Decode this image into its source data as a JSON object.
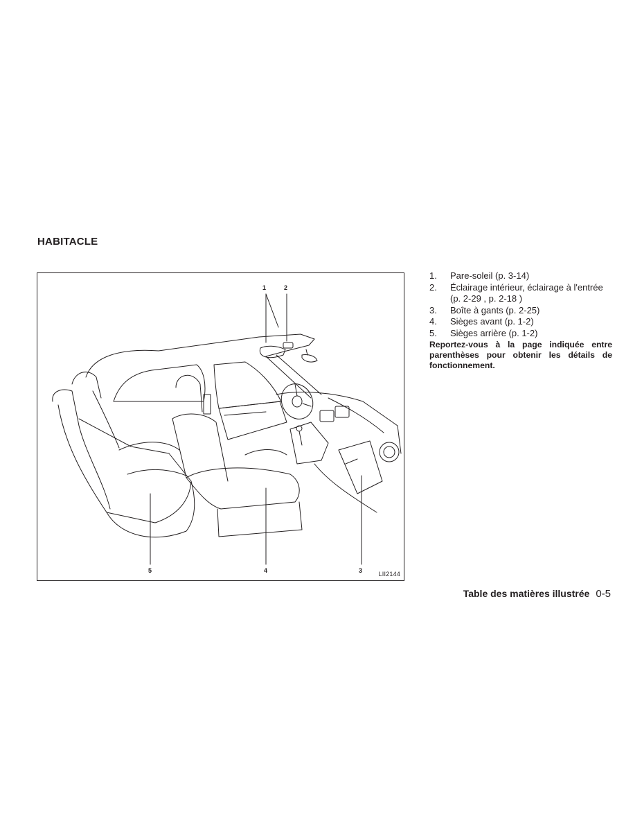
{
  "section": {
    "title": "HABITACLE"
  },
  "figure": {
    "code": "LII2144",
    "callouts": [
      "1",
      "2",
      "3",
      "4",
      "5"
    ]
  },
  "legend": {
    "items": [
      {
        "num": "1.",
        "text": "Pare-soleil (p. 3-14)"
      },
      {
        "num": "2.",
        "text": "Éclairage intérieur, éclairage à l'entrée (p. 2-29 , p. 2-18 )"
      },
      {
        "num": "3.",
        "text": "Boîte à gants (p. 2-25)"
      },
      {
        "num": "4.",
        "text": "Sièges avant (p. 1-2)"
      },
      {
        "num": "5.",
        "text": "Sièges arrière (p. 1-2)"
      }
    ],
    "note": "Reportez-vous à la page indiquée entre parenthèses pour obtenir les détails de fonctionnement."
  },
  "footer": {
    "title": "Table des matières illustrée",
    "page": "0-5"
  }
}
